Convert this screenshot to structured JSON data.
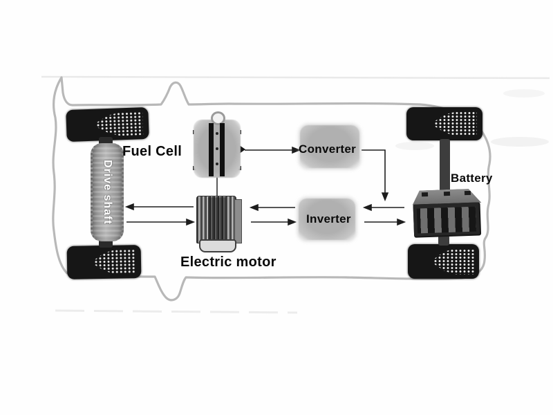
{
  "diagram": {
    "subject": "fuel-cell-vehicle-powertrain-top-view",
    "labels": {
      "fuel_cell": "Fuel Cell",
      "converter": "Converter",
      "inverter": "Inverter",
      "battery": "Battery",
      "electric_motor": "Electric motor",
      "drive_shaft": "Drive shaft"
    },
    "colors": {
      "wheel": "#161616",
      "body_outline": "#b8b8b8",
      "module_blob": "#b3b3b3",
      "arrow": "#141414",
      "shaft": "#9c9c9c",
      "label_text": "#0a0a0a",
      "shaft_text": "#ffffff"
    },
    "connections": [
      {
        "from": "fuel_cell",
        "to": "converter",
        "style": "thin-arrow"
      },
      {
        "from": "converter",
        "to": "inverter",
        "style": "thin-arrow-elbow"
      },
      {
        "from": "battery",
        "to": "inverter",
        "style": "thin-arrow"
      },
      {
        "from": "inverter",
        "to": "battery",
        "style": "thin-arrow"
      },
      {
        "from": "inverter",
        "to": "electric_motor",
        "style": "thin-arrow"
      },
      {
        "from": "electric_motor",
        "to": "inverter",
        "style": "thin-arrow"
      },
      {
        "from": "electric_motor",
        "to": "drive_shaft",
        "style": "thin-arrow"
      },
      {
        "from": "drive_shaft",
        "to": "electric_motor",
        "style": "thin-arrow"
      },
      {
        "from": "fuel_cell_intake_left_top",
        "to": "fuel_cell",
        "style": "fat-arrow"
      },
      {
        "from": "fuel_cell_intake_left_bottom",
        "to": "fuel_cell",
        "style": "fat-arrow"
      },
      {
        "from": "fuel_cell_intake_right_top",
        "to": "fuel_cell",
        "style": "fat-arrow"
      },
      {
        "from": "fuel_cell_intake_right_bottom",
        "to": "fuel_cell",
        "style": "fat-arrow"
      },
      {
        "from": "fuel_cell",
        "to": "fuel_cell_output_right_middle",
        "style": "fat-arrow"
      }
    ]
  }
}
